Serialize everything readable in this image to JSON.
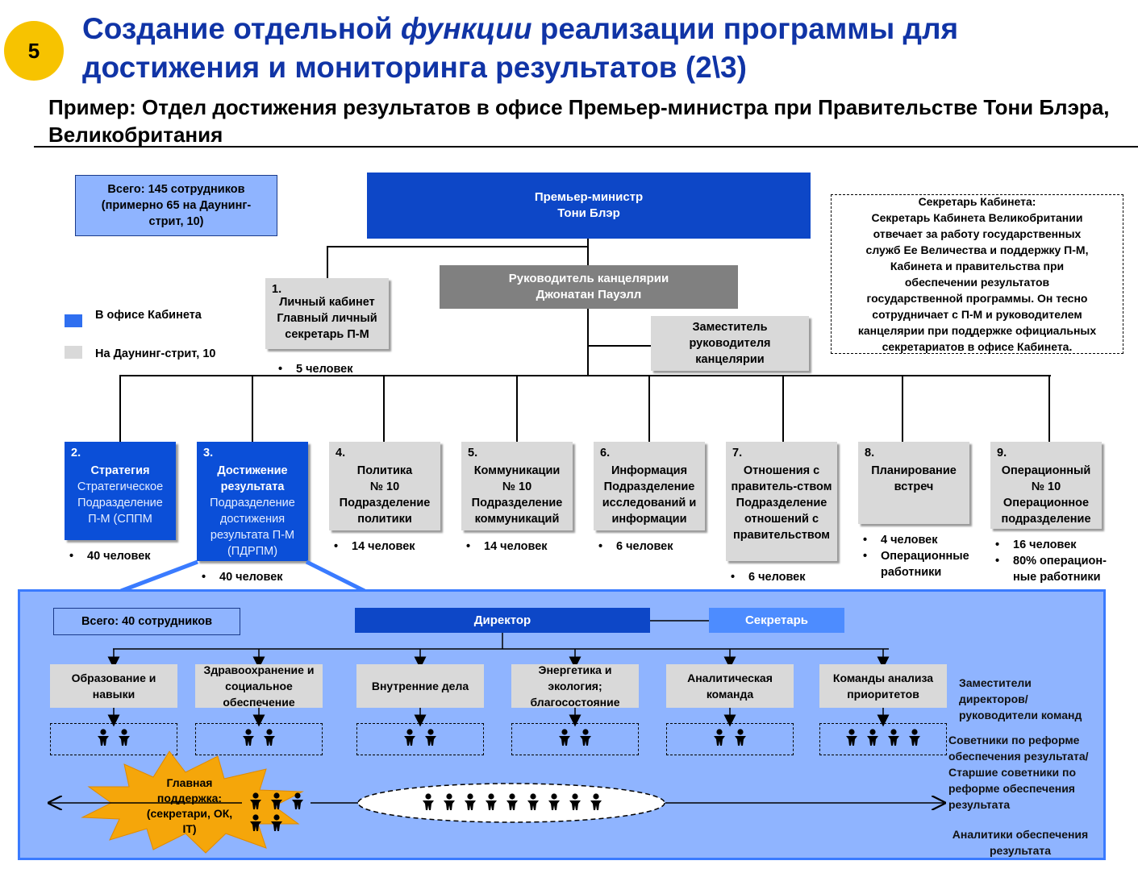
{
  "slide_number": "5",
  "title": {
    "part1": "Создание отдельной ",
    "italic": "функции",
    "part2": " реализации программы для достижения и мониторинга результатов (2\\3)"
  },
  "subtitle": "Пример: Отдел достижения результатов в офисе Премьер-министра при Правительстве Тони Блэра, Великобритания",
  "total_box": {
    "line1": "Всего: 145 сотрудников",
    "line2": "(примерно 65 на Даунинг-",
    "line3": "стрит, 10)"
  },
  "pm": {
    "line1": "Премьер-министр",
    "line2": "Тони Блэр"
  },
  "cabinet_secretary": {
    "heading": "Секретарь Кабинета:",
    "lines": [
      "Секретарь Кабинета Великобритании",
      "отвечает за работу государственных",
      "служб Ее Величества и поддержку П-М,",
      "Кабинета и правительства при",
      "обеспечении результатов",
      "государственной программы. Он тесно",
      "сотрудничает с П-М и руководителем",
      "канцелярии при поддержке официальных",
      "секретариатов в офисе Кабинета."
    ]
  },
  "chief_of_staff": {
    "line1": "Руководитель канцелярии",
    "line2": "Джонатан Пауэлл"
  },
  "private_office": {
    "num": "1.",
    "line1": "Личный кабинет",
    "line2": "Главный личный",
    "line3": "секретарь П-М",
    "bullet": "5 человек"
  },
  "deputy": {
    "line1": "Заместитель",
    "line2": "руководителя",
    "line3": "канцелярии"
  },
  "legend": {
    "cabinet_office": "В офисе Кабинета",
    "downing": "На Даунинг-стрит, 10",
    "color_blue": "#2f6ff0",
    "color_gray": "#d9d9d9"
  },
  "units": [
    {
      "num": "2.",
      "title": "Стратегия",
      "lines": [
        "Стратегическое",
        "Подразделение",
        "П-М (СППМ"
      ],
      "bullets": [
        "40 человек"
      ]
    },
    {
      "num": "3.",
      "title": "Достижение результата",
      "lines": [
        "Подразделение",
        "достижения",
        "результата П-М",
        "(ПДРПМ)"
      ],
      "bullets": [
        "40 человек"
      ]
    },
    {
      "num": "4.",
      "title": "Политика",
      "lines": [
        "№ 10",
        "Подразделение",
        "политики"
      ],
      "bullets": [
        "14 человек"
      ]
    },
    {
      "num": "5.",
      "title": "Коммуникации",
      "lines": [
        "№ 10",
        "Подразделение",
        "коммуникаций"
      ],
      "bullets": [
        "14 человек"
      ]
    },
    {
      "num": "6.",
      "title": "Информация",
      "lines": [
        "Подразделение",
        "исследований и",
        "информации"
      ],
      "bullets": [
        "6 человек"
      ]
    },
    {
      "num": "7.",
      "title": "Отношения с правитель-ством",
      "lines": [
        "Подразделение",
        "отношений с",
        "правительством"
      ],
      "bullets": [
        "6 человек"
      ]
    },
    {
      "num": "8.",
      "title": "Планирование встреч",
      "lines": [],
      "bullets": [
        "4 человек",
        "Операционные работники"
      ]
    },
    {
      "num": "9.",
      "title": "Операционный",
      "lines": [
        "№ 10",
        "Операционное",
        "подразделение"
      ],
      "bullets": [
        "16 человек",
        "80% операцион-ные работники"
      ]
    }
  ],
  "pmdu": {
    "total": "Всего: 40 сотрудников",
    "director": "Директор",
    "secretary": "Секретарь",
    "teams": [
      {
        "label": "Образование и навыки",
        "people": 2
      },
      {
        "label": "Здравоохранение и социальное обеспечение",
        "people": 2
      },
      {
        "label": "Внутренние дела",
        "people": 2
      },
      {
        "label": "Энергетика и экология; благосостояние",
        "people": 2
      },
      {
        "label": "Аналитическая команда",
        "people": 2
      },
      {
        "label": "Команды анализа приоритетов",
        "people": 4
      }
    ],
    "role_deputies": "Заместители директоров/ руководители команд",
    "role_advisors": "Советники по реформе обеспечения результата/ Старшие советники по реформе обеспечения результата",
    "role_analysts": "Аналитики обеспечения результата",
    "support": {
      "line1": "Главная",
      "line2": "поддержка:",
      "line3": "(секретари, ОК,",
      "line4": "IT)"
    },
    "support_people": 5,
    "analyst_people": 9,
    "colors": {
      "panel": "#8fb4ff",
      "dark": "#0d47c7",
      "light_blue": "#4d8cff",
      "burst": "#f5a60a"
    }
  }
}
